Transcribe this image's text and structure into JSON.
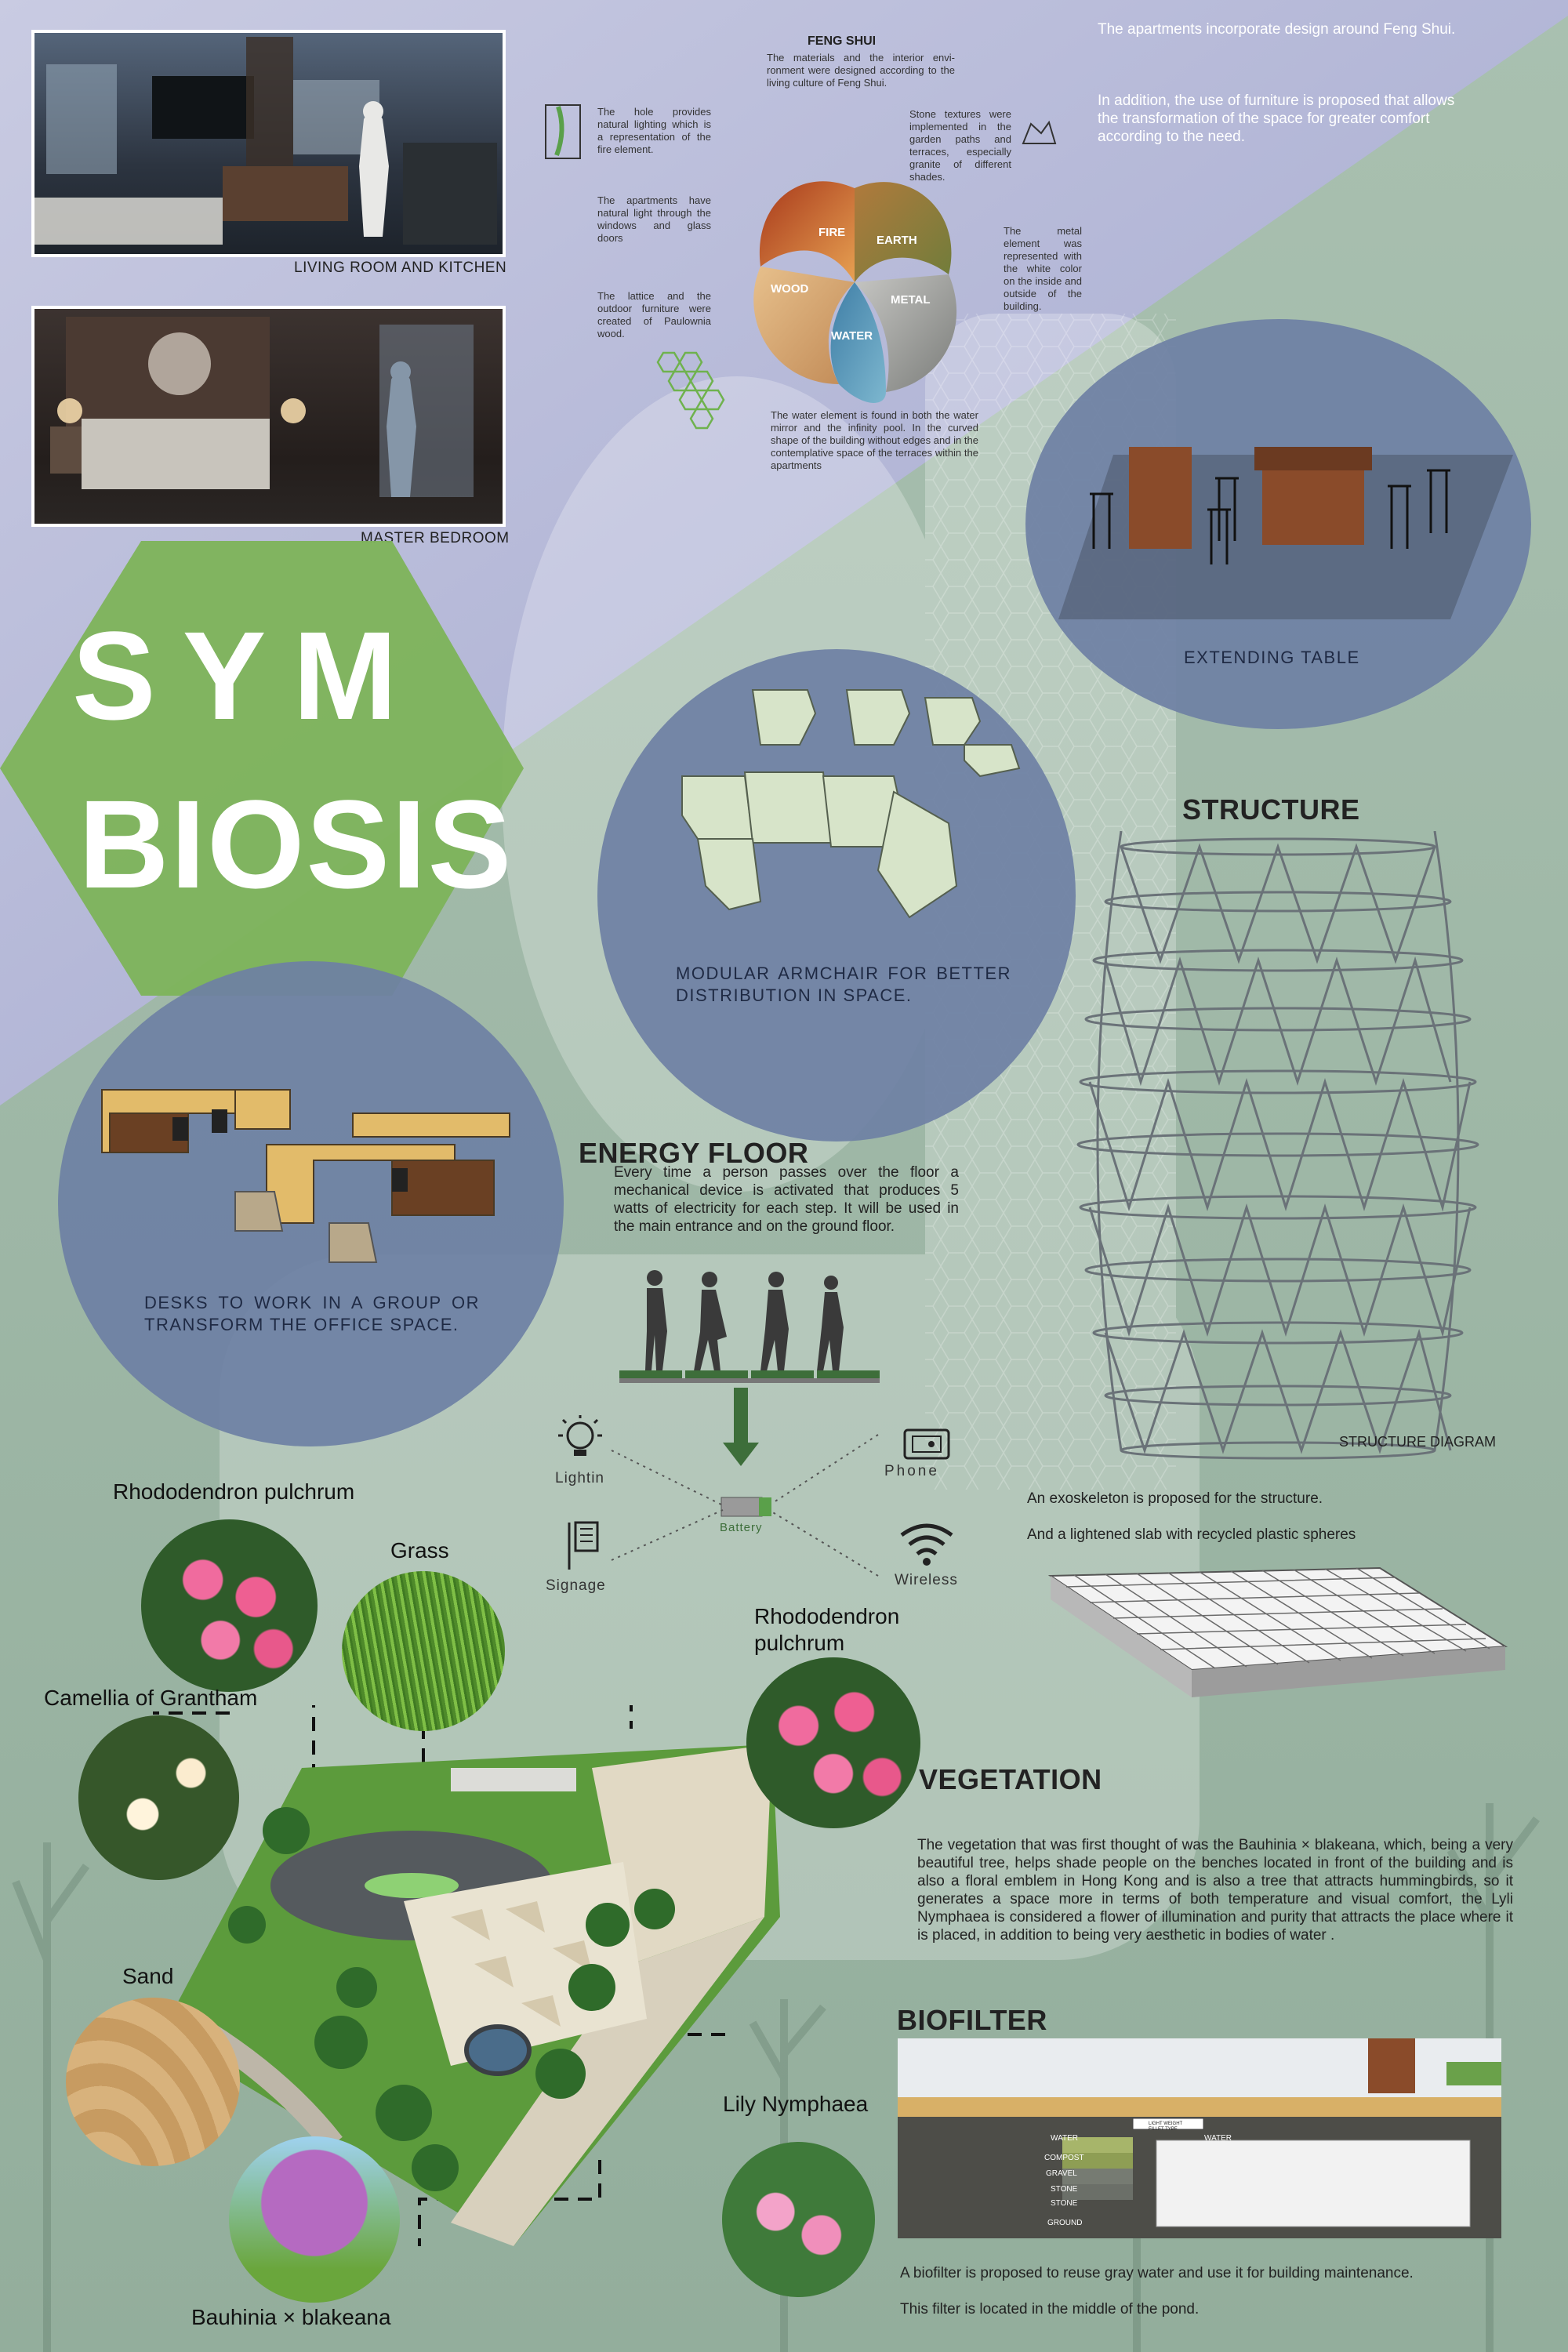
{
  "poster": {
    "title_line1": "SYM",
    "title_line2": "BIOSIS"
  },
  "colors": {
    "lavender": "#a9acd2",
    "sage": "#9fb8a9",
    "circle": "#6e80a4",
    "hexagon": "#7db35a",
    "text_dark": "#222222"
  },
  "interiors": {
    "living_caption": "LIVING ROOM AND KITCHEN",
    "bedroom_caption": "MASTER BEDROOM"
  },
  "feng_shui": {
    "title": "FENG SHUI",
    "intro": "The materials and the interior envi-ronment were designed according to the living culture of Feng Shui.",
    "hole": "The hole provides natural lighting which is a representation of the fire element.",
    "light": "The apartments have natural light through the windows and glass doors",
    "lattice": "The lattice and the outdoor furniture were created of Paulownia wood.",
    "stone": "Stone textures were implemented in the garden paths and terraces, especially granite of different shades.",
    "metal": "The metal element was represented with the white color on the inside and outside of the building.",
    "water": "The water element is found in both the water mirror and the infinity pool. In the curved shape of the building without edges and in the contemplative space of the terraces within the apartments",
    "elements": [
      "FIRE",
      "EARTH",
      "WOOD",
      "METAL",
      "WATER"
    ]
  },
  "top_right": {
    "p1": "The apartments incorporate design around Feng Shui.",
    "p2": "In addition, the use of furniture is proposed that allows the transformation of the space for greater comfort according to the need."
  },
  "furniture": {
    "table": "EXTENDING TABLE",
    "armchair": "MODULAR ARMCHAIR FOR BETTER DISTRIBUTION IN SPACE.",
    "desks": "DESKS TO WORK IN A GROUP OR TRANSFORM THE OFFICE SPACE."
  },
  "structure": {
    "title": "STRUCTURE",
    "caption": "STRUCTURE DIAGRAM",
    "p1": "An exoskeleton is proposed for the structure.",
    "p2": "And a lightened slab with recycled plastic spheres"
  },
  "energy": {
    "title": "ENERGY FLOOR",
    "text": "Every time a person passes over the floor a mechanical device is activated that produces 5 watts of electricity for each step. It will be used in the main entrance and on the ground floor.",
    "battery": "Battery",
    "lighting": "Lightin",
    "signage": "Signage",
    "phone": "Phone",
    "wireless": "Wireless"
  },
  "vegetation": {
    "title": "VEGETATION",
    "text": "The vegetation that was first thought of was the Bauhinia × blakeana, which, being a very beautiful tree, helps shade people on the benches located in front of the building and is also a floral emblem in Hong Kong and is also a tree that attracts hummingbirds, so it generates a space more in terms of both temperature and visual comfort, the Lyli Nymphaea is considered a flower of illumination and purity that attracts the place where it is placed, in addition to being very aesthetic in bodies of water .",
    "plants": {
      "rhodo1": "Rhododendron pulchrum",
      "grass": "Grass",
      "camellia": "Camellia of Grantham",
      "rhodo2": "Rhododendron pulchrum",
      "sand": "Sand",
      "lily": "Lily Nymphaea",
      "bauhinia": "Bauhinia × blakeana"
    }
  },
  "biofilter": {
    "title": "BIOFILTER",
    "p1": "A biofilter is proposed to reuse gray water and use it for building maintenance.",
    "p2": "This filter is located in the middle of the pond.",
    "tag": "LIGHT WEIGHT FILLET TYPE",
    "layers": [
      "WATER",
      "WATER",
      "COMPOST",
      "GRAVEL",
      "STONE",
      "STONE",
      "GROUND"
    ]
  }
}
